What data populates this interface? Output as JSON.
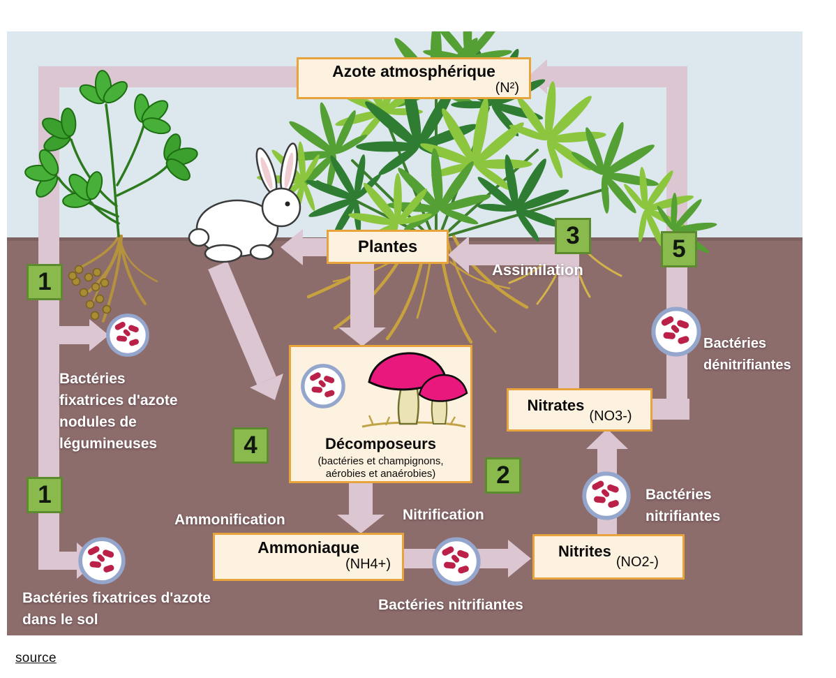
{
  "diagram": {
    "atmosphere_box": {
      "title": "Azote atmosphérique",
      "formula": "(N²)"
    },
    "plants_box": {
      "title": "Plantes"
    },
    "decomposers_box": {
      "title": "Décomposeurs",
      "subtitle_line1": "(bactéries et champignons,",
      "subtitle_line2": "aérobies et anaérobies)"
    },
    "nitrates_box": {
      "title": "Nitrates",
      "formula": "(NO3-)"
    },
    "ammonia_box": {
      "title": "Ammoniaque",
      "formula": "(NH4+)"
    },
    "nitrites_box": {
      "title": "Nitrites",
      "formula": "(NO2-)"
    },
    "labels": {
      "assimilation": "Assimilation",
      "ammonification": "Ammonification",
      "nitrification": "Nitrification",
      "nodule_bacteria": "Bactéries\nfixatrices d'azote\nnodules de\nlégumineuses",
      "soil_bacteria": "Bactéries fixatrices d'azote\ndans le sol",
      "denitrifying_bacteria": "Bactéries\ndénitrifiantes",
      "nitrifying_bacteria_right": "Bactéries\nnitrifiantes",
      "nitrifying_bacteria_bottom": "Bactéries nitrifiantes"
    },
    "steps": {
      "s1": "1",
      "s2": "2",
      "s3": "3",
      "s4": "4",
      "s5": "5"
    },
    "colors": {
      "sky": "#dce7ee",
      "soil": "#8d6c6c",
      "arrow": "#dbc6d2",
      "box_bg": "#fcf2df",
      "box_border": "#e7a33c",
      "badge_green": "#8aba4e",
      "bacteria_red": "#bb2148",
      "bacteria_ring": "#95a6cd",
      "mushroom_pink": "#e8187c"
    }
  },
  "footer": {
    "source_link": "source"
  }
}
